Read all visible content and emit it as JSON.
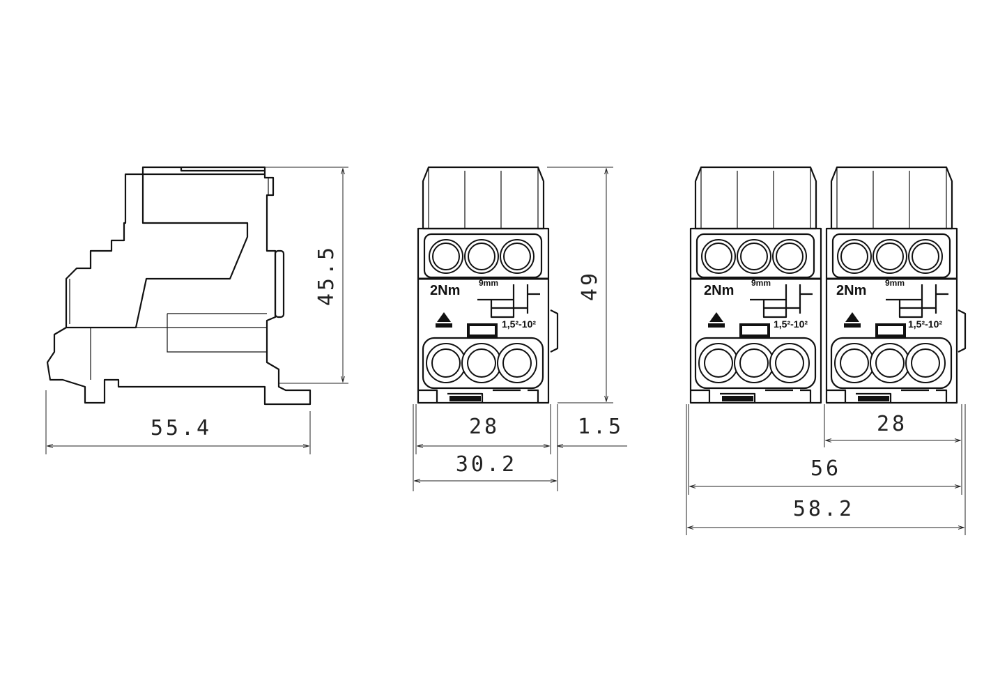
{
  "side_view": {
    "height_dim": "45.5",
    "width_dim": "55.4"
  },
  "front_view_single": {
    "torque_label": "2Nm",
    "strip_length_label": "9mm",
    "cross_section_label": "1,5²-10²",
    "width_dim": "28",
    "gap_dim": "1.5",
    "overall_width_dim": "30.2",
    "height_dim": "49"
  },
  "front_view_double": {
    "module_labels": [
      {
        "torque_label": "2Nm",
        "strip_length_label": "9mm",
        "cross_section_label": "1,5²-10²"
      },
      {
        "torque_label": "2Nm",
        "strip_length_label": "9mm",
        "cross_section_label": "1,5²-10²"
      }
    ],
    "module_width_dim": "28",
    "width_dim": "56",
    "overall_width_dim": "58.2"
  }
}
